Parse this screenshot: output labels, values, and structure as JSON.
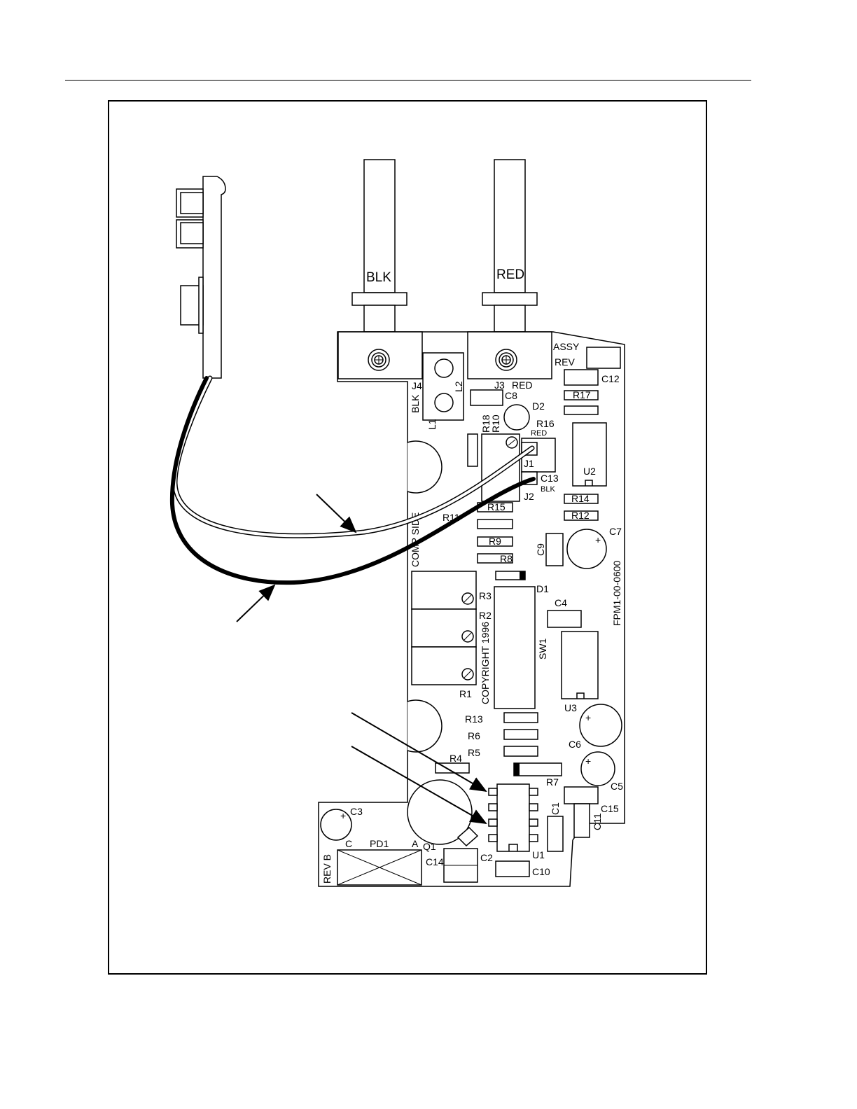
{
  "tabs": {
    "black": "BLK",
    "red": "RED"
  },
  "board": {
    "assy": "ASSY",
    "rev": "REV",
    "part_number": "FPM1-00-0600",
    "copyright": "COPYRIGHT 1996",
    "component_side": "COMP SIDE",
    "rev_b": "REV B"
  },
  "components": {
    "J4": "J4",
    "J4_blk": "BLK",
    "L2": "L2",
    "L1": "L1",
    "J3": "J3",
    "J3_red": "RED",
    "C8": "C8",
    "D2": "D2",
    "R18": "R18",
    "R10": "R10",
    "R16": "R16",
    "J1_red": "RED",
    "J1": "J1",
    "C13": "C13",
    "J2_blk": "BLK",
    "J2": "J2",
    "C12": "C12",
    "R17": "R17",
    "U2": "U2",
    "R14": "R14",
    "R12": "R12",
    "C7": "C7",
    "C9": "C9",
    "R15": "R15",
    "R11": "R11",
    "R9": "R9",
    "R8": "R8",
    "D1": "D1",
    "C4": "C4",
    "R3": "R3",
    "R2": "R2",
    "R1": "R1",
    "SW1": "SW1",
    "U3": "U3",
    "R13": "R13",
    "R6": "R6",
    "R5": "R5",
    "C6": "C6",
    "R4": "R4",
    "R7": "R7",
    "C5": "C5",
    "C15": "C15",
    "C1": "C1",
    "C11": "C11",
    "C3": "C3",
    "PD1": "PD1",
    "PD1_c": "C",
    "PD1_a": "A",
    "Q1": "Q1",
    "C14": "C14",
    "C2": "C2",
    "U1": "U1",
    "C10": "C10"
  }
}
